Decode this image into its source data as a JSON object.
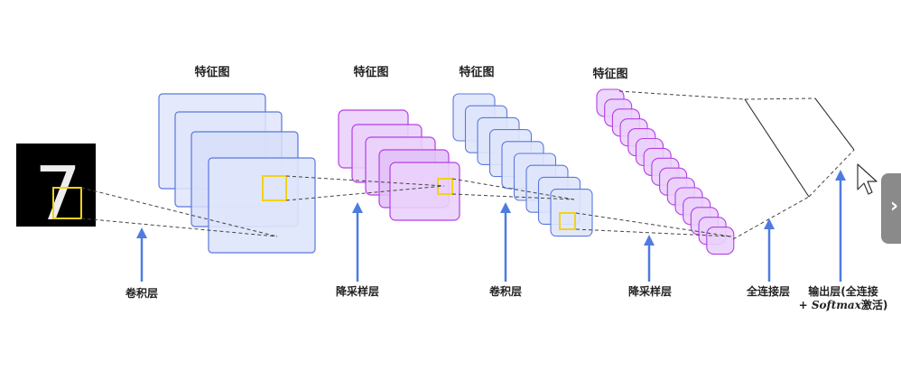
{
  "colors": {
    "blue_fill": "#dfe5fb",
    "blue_stroke": "#5b78dc",
    "purple_fill": "#ead2fb",
    "purple_stroke": "#b43ee6",
    "highlight": "#f2d21c",
    "arrow": "#4f7be0",
    "dashed": "#444444"
  },
  "labels": {
    "feature_map_1": "特征图",
    "feature_map_2": "特征图",
    "feature_map_3": "特征图",
    "feature_map_4": "特征图",
    "conv_layer_1": "卷积层",
    "pool_layer_1": "降采样层",
    "conv_layer_2": "卷积层",
    "pool_layer_2": "降采样层",
    "fc_layer": "全连接层",
    "output_line1": "输出层(全连接",
    "output_line2_prefix": "+ ",
    "output_line2_italic": "Softmax",
    "output_line2_suffix": "激活)"
  },
  "input_digit": "7",
  "icons": {
    "cursor": "mouse-pointer-icon",
    "next": "chevron-right-icon"
  },
  "next_button": "›"
}
